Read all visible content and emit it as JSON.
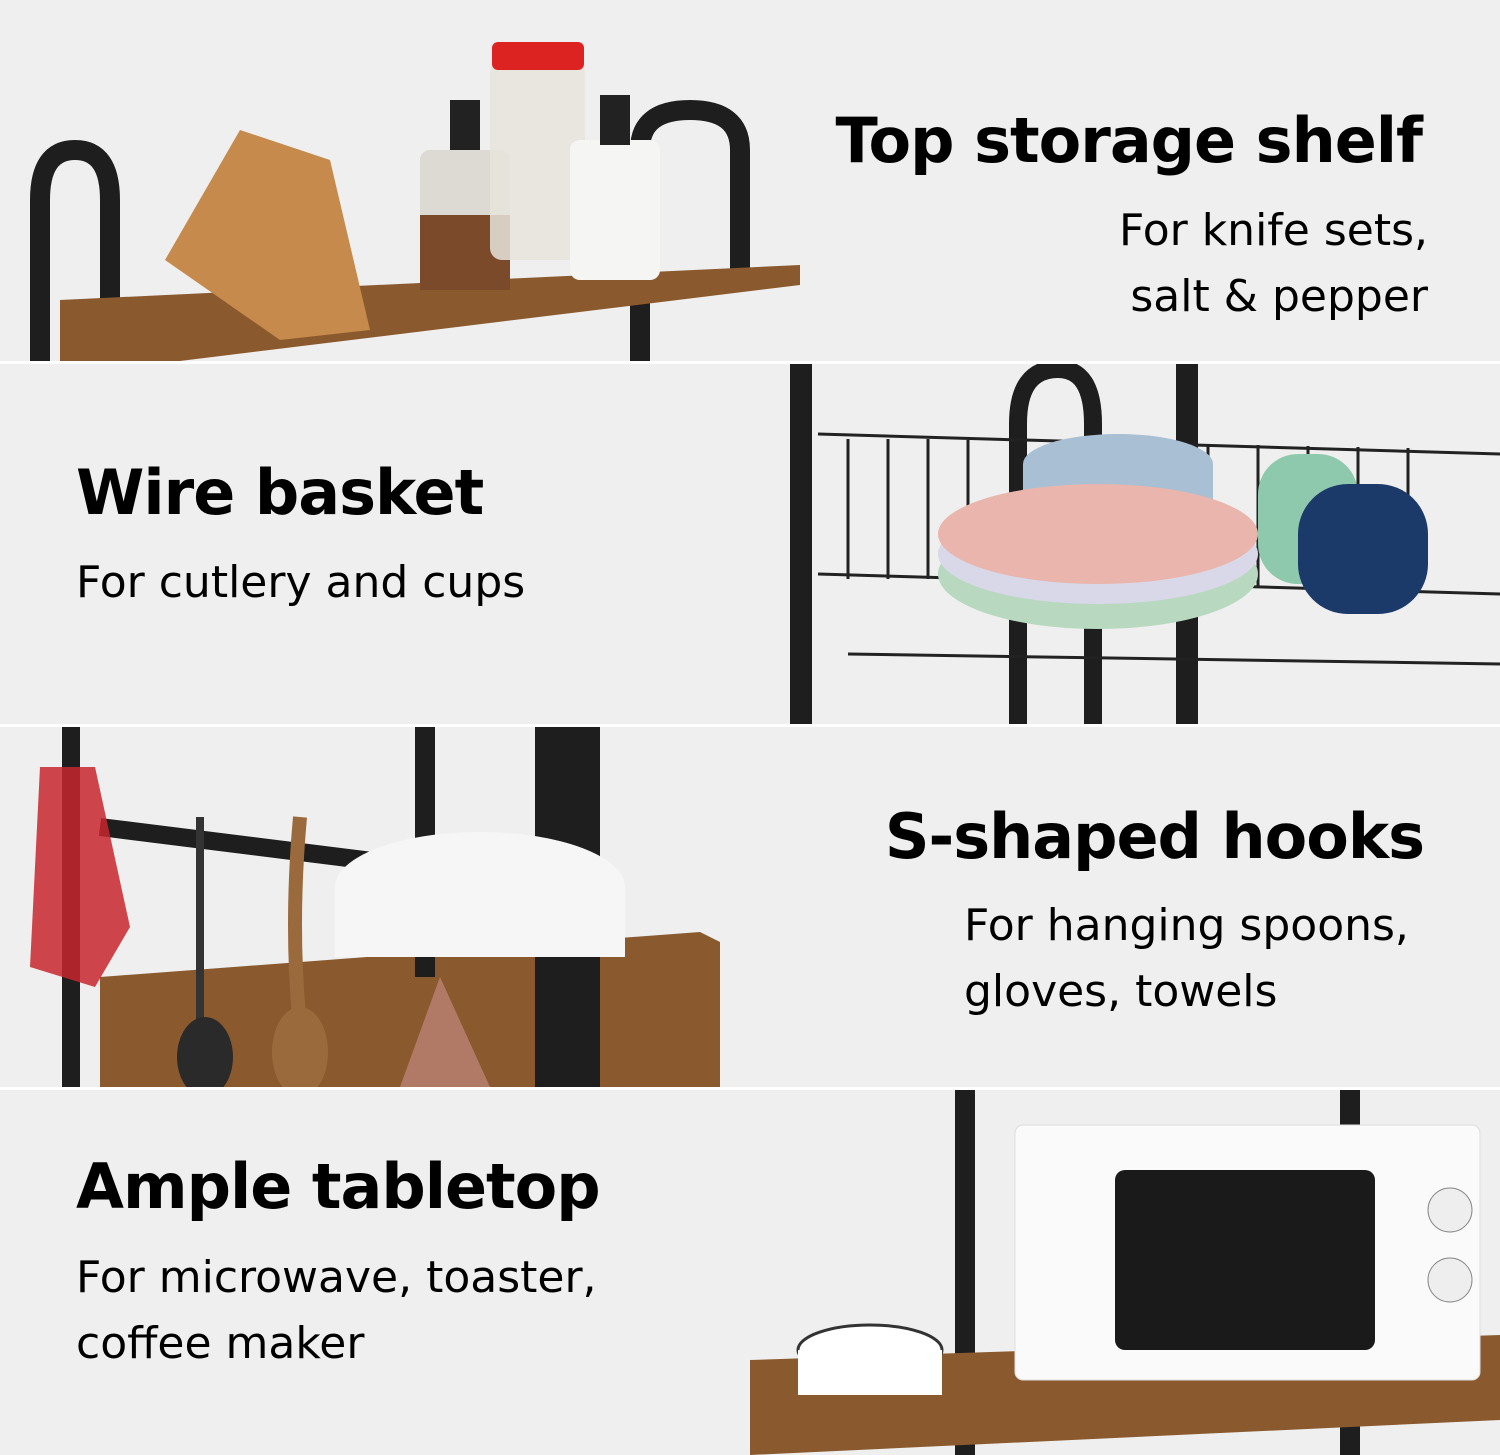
{
  "sections": [
    {
      "title": "Top storage shelf",
      "subtitle_lines": [
        "For knife sets,",
        "salt & pepper"
      ],
      "image": "top-shelf-knife-block-jars"
    },
    {
      "title": "Wire basket",
      "subtitle_lines": [
        "For cutlery and cups"
      ],
      "image": "wire-basket-bowls-cups"
    },
    {
      "title": "S-shaped hooks",
      "subtitle_lines": [
        "For hanging spoons,",
        "gloves, towels"
      ],
      "image": "s-hooks-utensils"
    },
    {
      "title": "Ample tabletop",
      "subtitle_lines": [
        "For microwave, toaster,",
        "coffee maker"
      ],
      "image": "tabletop-microwave"
    }
  ],
  "colors": {
    "background": "#efefef",
    "wood": "#8a5a2e",
    "metal": "#1e1e1e"
  }
}
